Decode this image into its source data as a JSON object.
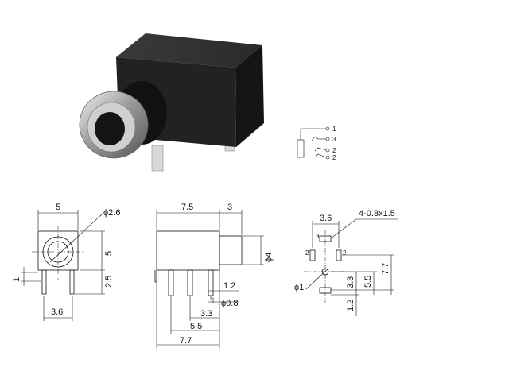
{
  "photo": {
    "body_color": "#222222",
    "ring_color": "#b9b9b9"
  },
  "schematic": {
    "pins": [
      "1",
      "3",
      "2",
      "2"
    ]
  },
  "front_view": {
    "width": "5",
    "diameter": "ϕ2.6",
    "height": "5",
    "offset": "1",
    "pin_height": "2.5",
    "pin_spacing": "3.6"
  },
  "side_view": {
    "body_length": "7.5",
    "nose_length": "3",
    "nose_diameter": "ϕ4",
    "pin_width": "1.2",
    "pin_diameter": "ϕ0.8",
    "pos_a": "3.3",
    "pos_b": "5.5",
    "pos_c": "7.7"
  },
  "footprint": {
    "width": "3.6",
    "holes": "4-0.8x1.5",
    "dia": "ϕ1",
    "h1": "3.3",
    "h2": "5.5",
    "h3": "7.7",
    "v1": "1.2",
    "pad_labels": [
      "3",
      "2",
      "2"
    ]
  }
}
